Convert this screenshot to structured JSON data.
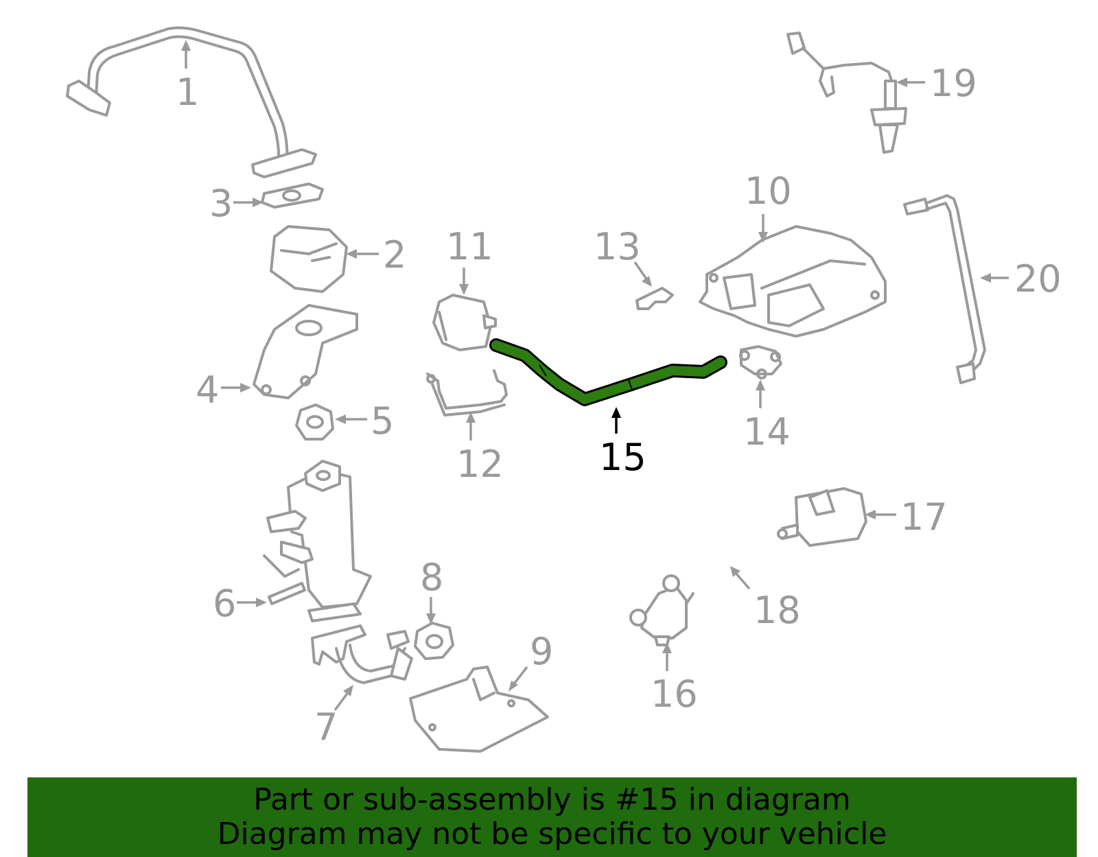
{
  "highlight_part": "15",
  "colors": {
    "highlight": "#2e7d10",
    "banner": "#1f6b0e",
    "outline": "#9a9a9a",
    "active_label": "#000000"
  },
  "callouts": {
    "c1": "1",
    "c2": "2",
    "c3": "3",
    "c4": "4",
    "c5": "5",
    "c6": "6",
    "c7": "7",
    "c8": "8",
    "c9": "9",
    "c10": "10",
    "c11": "11",
    "c12": "12",
    "c13": "13",
    "c14": "14",
    "c15": "15",
    "c16": "16",
    "c17": "17",
    "c18": "18",
    "c19": "19",
    "c20": "20"
  },
  "banner": {
    "line1": "Part or sub-assembly is #15 in diagram",
    "line2": "Diagram may not be specific to your vehicle"
  }
}
